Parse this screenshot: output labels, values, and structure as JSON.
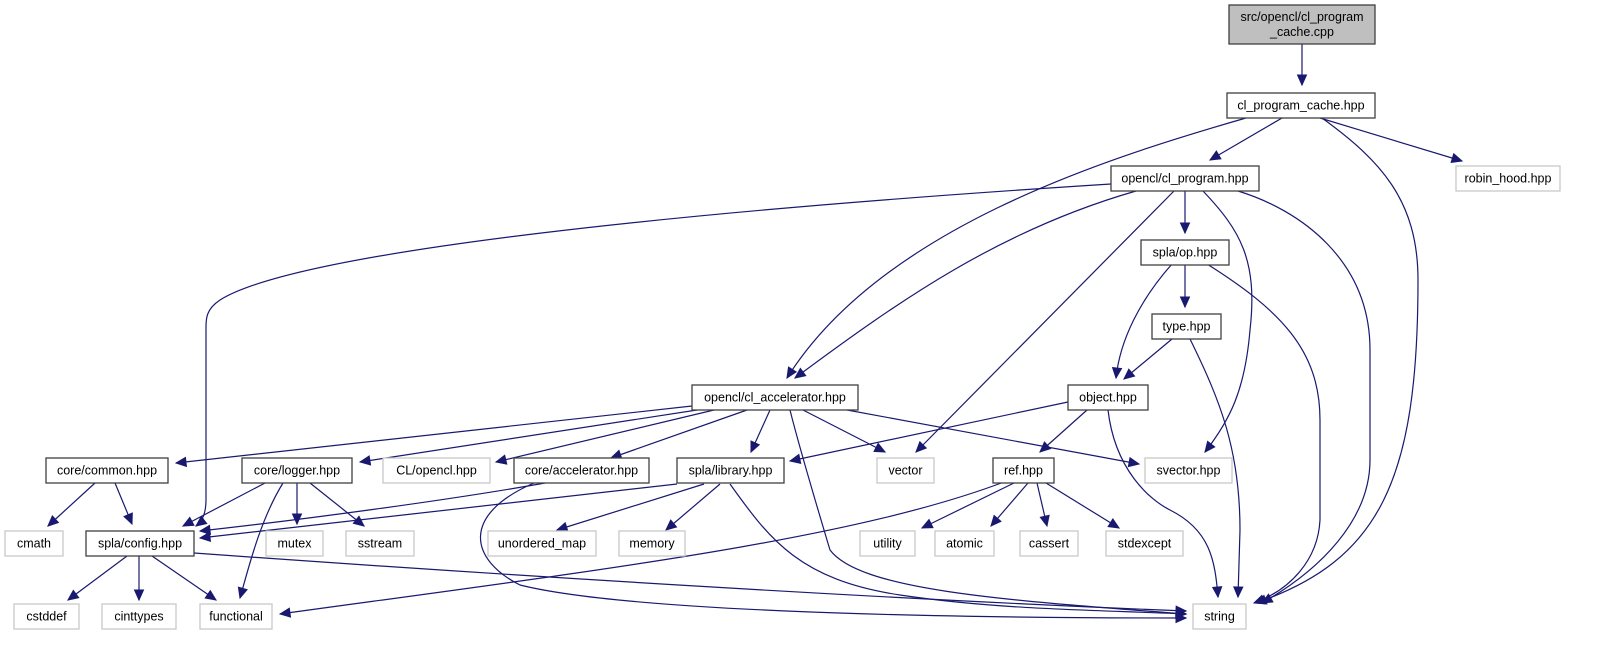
{
  "diagram": {
    "type": "include-dependency-graph",
    "colors": {
      "edge": "#191970",
      "root_fill": "#bfbfbf",
      "local_border": "#404040",
      "external_border": "#c8c8c8"
    },
    "nodes": [
      {
        "id": "root",
        "label": "src/opencl/cl_program_cache.cpp",
        "lines": [
          "src/opencl/cl_program",
          "_cache.cpp"
        ],
        "kind": "root"
      },
      {
        "id": "cl_program_cache_hpp",
        "label": "cl_program_cache.hpp",
        "kind": "local"
      },
      {
        "id": "cl_program_hpp",
        "label": "opencl/cl_program.hpp",
        "kind": "local"
      },
      {
        "id": "robin_hood",
        "label": "robin_hood.hpp",
        "kind": "external"
      },
      {
        "id": "op_hpp",
        "label": "spla/op.hpp",
        "kind": "local"
      },
      {
        "id": "type_hpp",
        "label": "type.hpp",
        "kind": "local"
      },
      {
        "id": "cl_accelerator_hpp",
        "label": "opencl/cl_accelerator.hpp",
        "kind": "local"
      },
      {
        "id": "object_hpp",
        "label": "object.hpp",
        "kind": "local"
      },
      {
        "id": "common_hpp",
        "label": "core/common.hpp",
        "kind": "local"
      },
      {
        "id": "logger_hpp",
        "label": "core/logger.hpp",
        "kind": "local"
      },
      {
        "id": "cl_opencl_hpp",
        "label": "CL/opencl.hpp",
        "kind": "external"
      },
      {
        "id": "accelerator_hpp",
        "label": "core/accelerator.hpp",
        "kind": "local"
      },
      {
        "id": "library_hpp",
        "label": "spla/library.hpp",
        "kind": "local"
      },
      {
        "id": "vector",
        "label": "vector",
        "kind": "external"
      },
      {
        "id": "ref_hpp",
        "label": "ref.hpp",
        "kind": "local"
      },
      {
        "id": "svector_hpp",
        "label": "svector.hpp",
        "kind": "external"
      },
      {
        "id": "cmath",
        "label": "cmath",
        "kind": "external"
      },
      {
        "id": "config_hpp",
        "label": "spla/config.hpp",
        "kind": "local"
      },
      {
        "id": "mutex",
        "label": "mutex",
        "kind": "external"
      },
      {
        "id": "sstream",
        "label": "sstream",
        "kind": "external"
      },
      {
        "id": "unordered_map",
        "label": "unordered_map",
        "kind": "external"
      },
      {
        "id": "memory",
        "label": "memory",
        "kind": "external"
      },
      {
        "id": "utility",
        "label": "utility",
        "kind": "external"
      },
      {
        "id": "atomic",
        "label": "atomic",
        "kind": "external"
      },
      {
        "id": "cassert",
        "label": "cassert",
        "kind": "external"
      },
      {
        "id": "stdexcept",
        "label": "stdexcept",
        "kind": "external"
      },
      {
        "id": "cstddef",
        "label": "cstddef",
        "kind": "external"
      },
      {
        "id": "cinttypes",
        "label": "cinttypes",
        "kind": "external"
      },
      {
        "id": "functional",
        "label": "functional",
        "kind": "external"
      },
      {
        "id": "string",
        "label": "string",
        "kind": "external"
      }
    ],
    "edges": [
      {
        "from": "root",
        "to": "cl_program_cache_hpp"
      },
      {
        "from": "cl_program_cache_hpp",
        "to": "cl_program_hpp"
      },
      {
        "from": "cl_program_cache_hpp",
        "to": "cl_accelerator_hpp"
      },
      {
        "from": "cl_program_cache_hpp",
        "to": "robin_hood"
      },
      {
        "from": "cl_program_cache_hpp",
        "to": "string"
      },
      {
        "from": "cl_program_hpp",
        "to": "config_hpp"
      },
      {
        "from": "cl_program_hpp",
        "to": "cl_accelerator_hpp"
      },
      {
        "from": "cl_program_hpp",
        "to": "op_hpp"
      },
      {
        "from": "cl_program_hpp",
        "to": "vector"
      },
      {
        "from": "cl_program_hpp",
        "to": "svector_hpp"
      },
      {
        "from": "cl_program_hpp",
        "to": "string"
      },
      {
        "from": "op_hpp",
        "to": "type_hpp"
      },
      {
        "from": "op_hpp",
        "to": "object_hpp"
      },
      {
        "from": "op_hpp",
        "to": "string"
      },
      {
        "from": "type_hpp",
        "to": "object_hpp"
      },
      {
        "from": "type_hpp",
        "to": "string"
      },
      {
        "from": "cl_accelerator_hpp",
        "to": "common_hpp"
      },
      {
        "from": "cl_accelerator_hpp",
        "to": "logger_hpp"
      },
      {
        "from": "cl_accelerator_hpp",
        "to": "cl_opencl_hpp"
      },
      {
        "from": "cl_accelerator_hpp",
        "to": "accelerator_hpp"
      },
      {
        "from": "cl_accelerator_hpp",
        "to": "library_hpp"
      },
      {
        "from": "cl_accelerator_hpp",
        "to": "vector"
      },
      {
        "from": "cl_accelerator_hpp",
        "to": "svector_hpp"
      },
      {
        "from": "cl_accelerator_hpp",
        "to": "string"
      },
      {
        "from": "object_hpp",
        "to": "library_hpp"
      },
      {
        "from": "object_hpp",
        "to": "ref_hpp"
      },
      {
        "from": "object_hpp",
        "to": "string"
      },
      {
        "from": "common_hpp",
        "to": "cmath"
      },
      {
        "from": "common_hpp",
        "to": "config_hpp"
      },
      {
        "from": "logger_hpp",
        "to": "config_hpp"
      },
      {
        "from": "logger_hpp",
        "to": "functional"
      },
      {
        "from": "logger_hpp",
        "to": "mutex"
      },
      {
        "from": "logger_hpp",
        "to": "sstream"
      },
      {
        "from": "accelerator_hpp",
        "to": "config_hpp"
      },
      {
        "from": "accelerator_hpp",
        "to": "string"
      },
      {
        "from": "library_hpp",
        "to": "config_hpp"
      },
      {
        "from": "library_hpp",
        "to": "unordered_map"
      },
      {
        "from": "library_hpp",
        "to": "memory"
      },
      {
        "from": "library_hpp",
        "to": "string"
      },
      {
        "from": "ref_hpp",
        "to": "functional"
      },
      {
        "from": "ref_hpp",
        "to": "utility"
      },
      {
        "from": "ref_hpp",
        "to": "atomic"
      },
      {
        "from": "ref_hpp",
        "to": "cassert"
      },
      {
        "from": "ref_hpp",
        "to": "stdexcept"
      },
      {
        "from": "config_hpp",
        "to": "cstddef"
      },
      {
        "from": "config_hpp",
        "to": "cinttypes"
      },
      {
        "from": "config_hpp",
        "to": "functional"
      },
      {
        "from": "config_hpp",
        "to": "string"
      }
    ]
  }
}
